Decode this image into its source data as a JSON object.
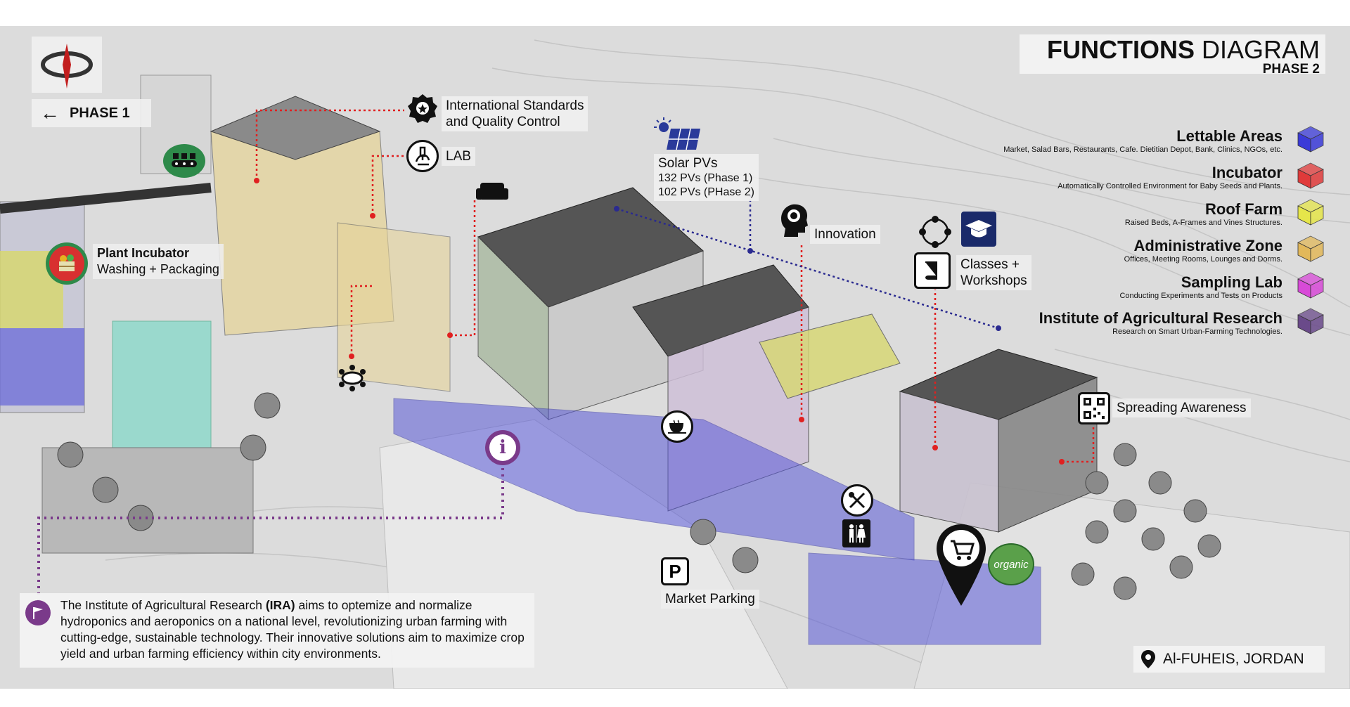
{
  "title": {
    "bold": "FUNCTIONS",
    "rest": "DIAGRAM",
    "phase": "PHASE 2"
  },
  "phase_nav": {
    "label": "PHASE 1"
  },
  "legend": [
    {
      "title": "Lettable Areas",
      "desc": "Market, Salad Bars, Restaurants, Cafe. Dietitian  Depot, Bank, Clinics, NGOs, etc.",
      "color": "#3a3ad8"
    },
    {
      "title": "Incubator",
      "desc": "Automatically Controlled Environment for Baby Seeds and Plants.",
      "color": "#e03a3a"
    },
    {
      "title": "Roof Farm",
      "desc": "Raised Beds, A-Frames and Vines Structures.",
      "color": "#e6e64a"
    },
    {
      "title": "Administrative Zone",
      "desc": "Offices, Meeting Rooms, Lounges and Dorms.",
      "color": "#e2b85a"
    },
    {
      "title": "Sampling Lab",
      "desc": "Conducting Experiments and Tests on Products",
      "color": "#d84ad8"
    },
    {
      "title": "Institute of Agricultural Research",
      "desc": "Research on Smart Urban-Farming Technologies.",
      "color": "#6a4a8a"
    }
  ],
  "labels": {
    "standards_line1": "International Standards",
    "standards_line2": "and Quality Control",
    "lab": "LAB",
    "solar_title": "Solar PVs",
    "solar_line1": "132 PVs (Phase 1)",
    "solar_line2": "102 PVs (PHase 2)",
    "innovation": "Innovation",
    "classes_line1": "Classes +",
    "classes_line2": "Workshops",
    "spreading": "Spreading Awareness",
    "incubator_title": "Plant Incubator",
    "incubator_sub": "Washing + Packaging",
    "parking": "Market Parking",
    "parking_sign": "P",
    "organic": "organic",
    "location": "Al-FUHEIS, JORDAN"
  },
  "info": {
    "pre": "The Institute of Agricultural Research ",
    "bold": "(IRA)",
    "post": " aims to optemize and normalize hydroponics and aeroponics on a national level, revolutionizing urban farming with cutting-edge, sustainable technology. Their innovative solutions aim to maximize crop yield and urban farming efficiency within city environments."
  },
  "icons": [
    "compass-icon",
    "arrow-left-icon",
    "certificate-badge-icon",
    "microscope-icon",
    "sofa-icon",
    "solar-panel-icon",
    "brain-head-icon",
    "network-icon",
    "graduation-cap-icon",
    "book-icon",
    "qr-code-icon",
    "conveyor-icon",
    "plant-basket-icon",
    "conference-table-icon",
    "info-icon",
    "coffee-cup-icon",
    "fork-knife-icon",
    "restroom-icon",
    "parking-icon",
    "shopping-cart-pin-icon",
    "organic-leaf-icon",
    "flag-icon",
    "location-pin-icon"
  ]
}
